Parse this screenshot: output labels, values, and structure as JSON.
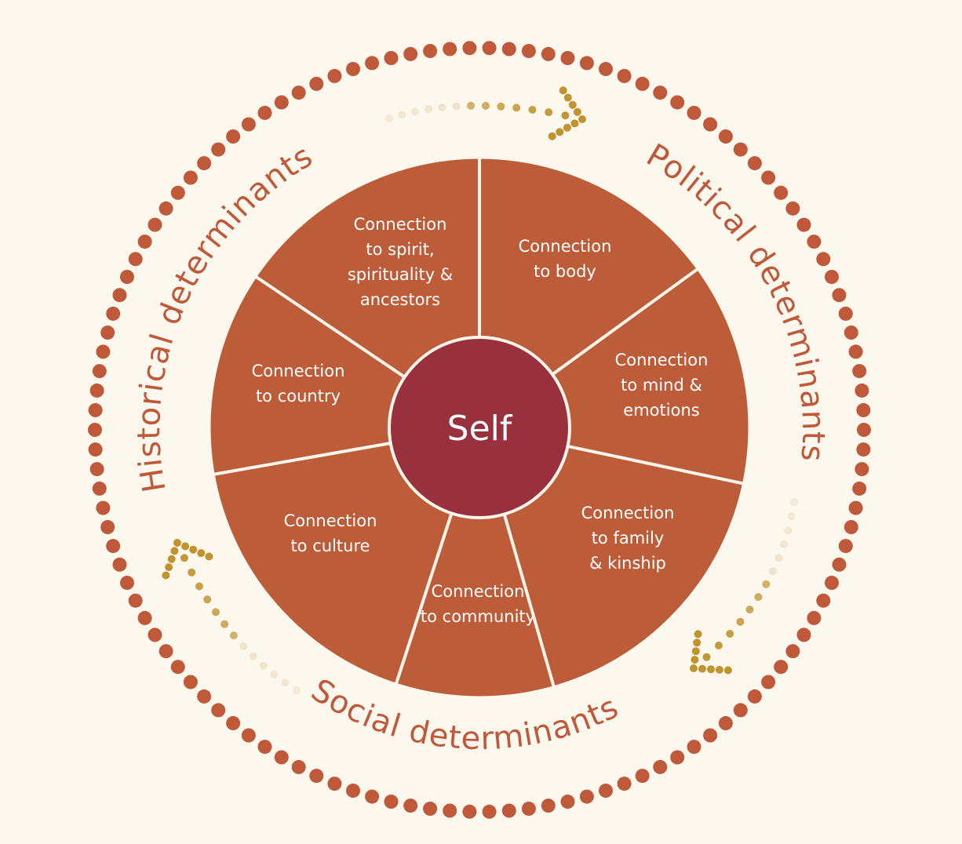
{
  "colors": {
    "background": "#fcf8ed",
    "segment_fill": "#bd5c39",
    "divider": "#fdf5ea",
    "center_fill": "#98303d",
    "dot_ring": "#c0583a",
    "arrow_dark": "#c0932f",
    "arrow_light": "#ead8b6",
    "ring_text": "#c0583a"
  },
  "center": {
    "label": "Self"
  },
  "segments": [
    {
      "lines": [
        "Connection",
        "to body"
      ]
    },
    {
      "lines": [
        "Connection",
        "to mind &",
        "emotions"
      ]
    },
    {
      "lines": [
        "Connection",
        "to family",
        "& kinship"
      ]
    },
    {
      "lines": [
        "Connection",
        "to community"
      ]
    },
    {
      "lines": [
        "Connection",
        "to culture"
      ]
    },
    {
      "lines": [
        "Connection",
        "to country"
      ]
    },
    {
      "lines": [
        "Connection",
        "to spirit,",
        "spirituality &",
        "ancestors"
      ]
    }
  ],
  "determinants": {
    "political": "Political determinants",
    "social": "Social determinants",
    "historical": "Historical determinants"
  },
  "icons": {
    "arrow": "dotted-arrow-icon"
  }
}
